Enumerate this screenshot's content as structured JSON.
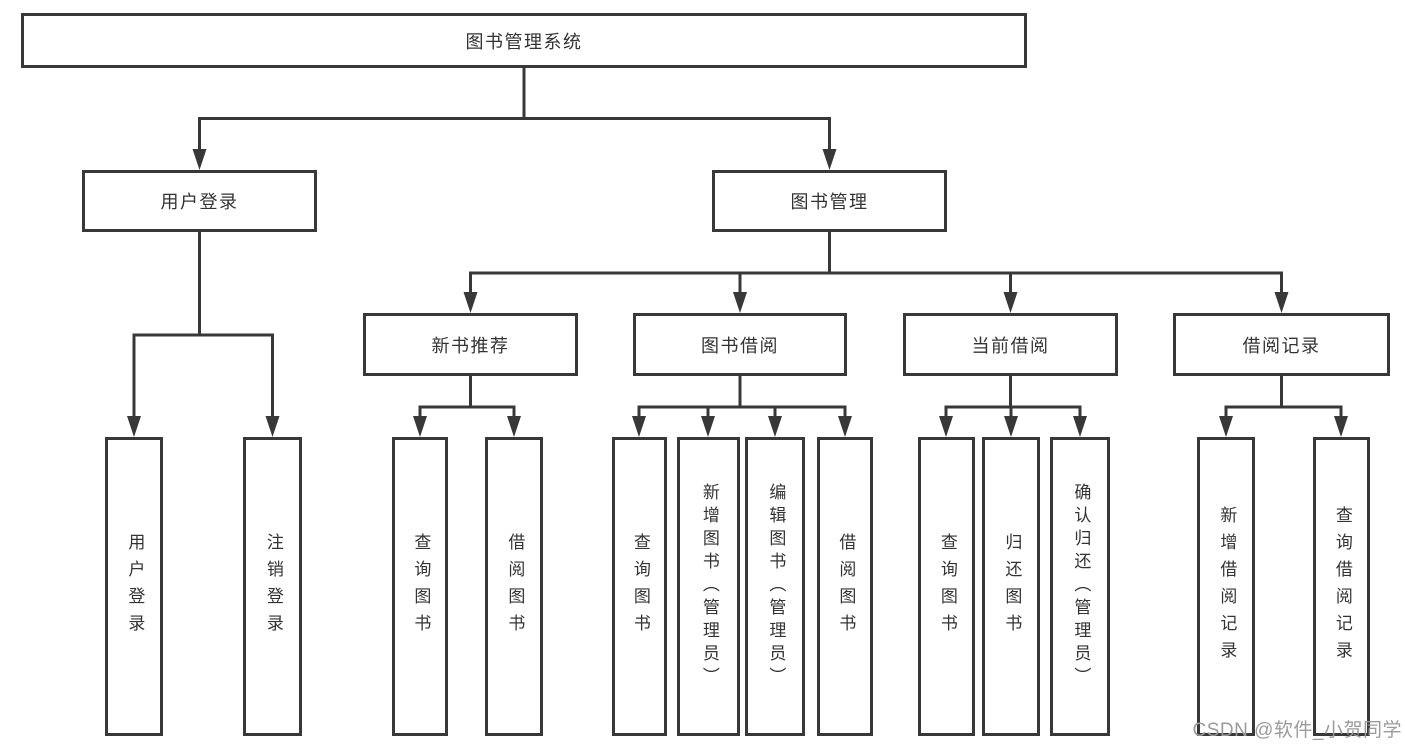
{
  "diagram_title": "图书管理系统",
  "tree": {
    "root": "图书管理系统",
    "children": [
      {
        "label": "用户登录",
        "children": [
          {
            "label": "用户登录"
          },
          {
            "label": "注销登录"
          }
        ]
      },
      {
        "label": "图书管理",
        "children": [
          {
            "label": "新书推荐",
            "children": [
              {
                "label": "查询图书"
              },
              {
                "label": "借阅图书"
              }
            ]
          },
          {
            "label": "图书借阅",
            "children": [
              {
                "label": "查询图书"
              },
              {
                "label": "新增图书（管理员）"
              },
              {
                "label": "编辑图书（管理员）"
              },
              {
                "label": "借阅图书"
              }
            ]
          },
          {
            "label": "当前借阅",
            "children": [
              {
                "label": "查询图书"
              },
              {
                "label": "归还图书"
              },
              {
                "label": "确认归还（管理员）"
              }
            ]
          },
          {
            "label": "借阅记录",
            "children": [
              {
                "label": "新增借阅记录"
              },
              {
                "label": "查询借阅记录"
              }
            ]
          }
        ]
      }
    ]
  },
  "watermark": "CSDN @软件_小贺同学",
  "colors": {
    "line": "#383838",
    "text": "#333333",
    "watermark": "#9b9b9b",
    "background": "#ffffff"
  }
}
